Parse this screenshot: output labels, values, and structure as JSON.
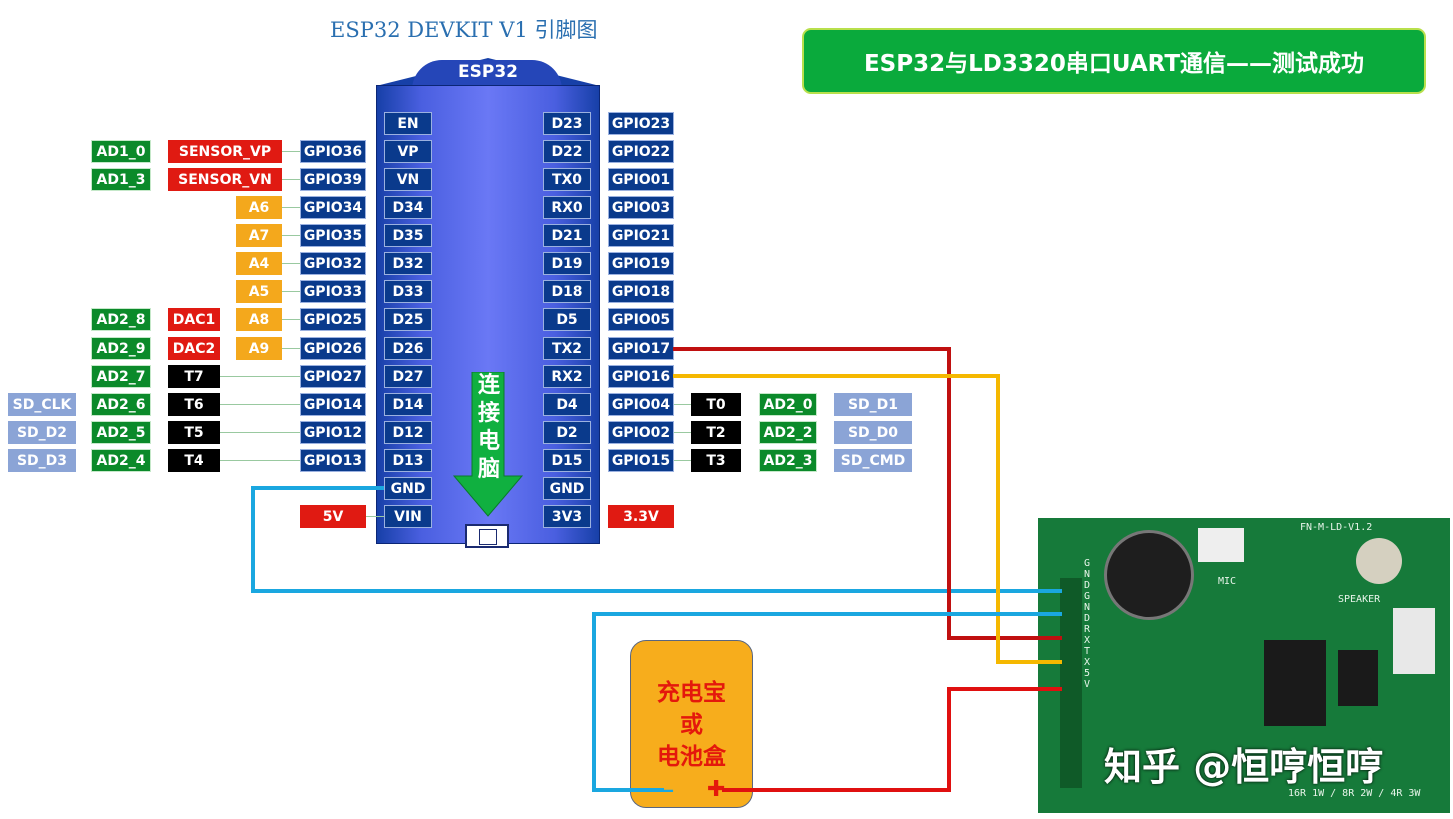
{
  "title": "ESP32 DEVKIT V1 引脚图",
  "banner": "ESP32与LD3320串口UART通信——测试成功",
  "board": {
    "label": "ESP32",
    "arrow_text": [
      "连",
      "接",
      "电",
      "脑"
    ]
  },
  "left_rows": [
    {
      "board": "EN",
      "gpio": "",
      "labels": []
    },
    {
      "board": "VP",
      "gpio": "GPIO36",
      "labels": [
        {
          "t": "AD1_0",
          "c": "green"
        },
        {
          "t": "SENSOR_VP",
          "c": "red"
        }
      ]
    },
    {
      "board": "VN",
      "gpio": "GPIO39",
      "labels": [
        {
          "t": "AD1_3",
          "c": "green"
        },
        {
          "t": "SENSOR_VN",
          "c": "red"
        }
      ]
    },
    {
      "board": "D34",
      "gpio": "GPIO34",
      "labels": [
        {
          "t": "A6",
          "c": "orange"
        }
      ]
    },
    {
      "board": "D35",
      "gpio": "GPIO35",
      "labels": [
        {
          "t": "A7",
          "c": "orange"
        }
      ]
    },
    {
      "board": "D32",
      "gpio": "GPIO32",
      "labels": [
        {
          "t": "A4",
          "c": "orange"
        }
      ]
    },
    {
      "board": "D33",
      "gpio": "GPIO33",
      "labels": [
        {
          "t": "A5",
          "c": "orange"
        }
      ]
    },
    {
      "board": "D25",
      "gpio": "GPIO25",
      "labels": [
        {
          "t": "AD2_8",
          "c": "green"
        },
        {
          "t": "DAC1",
          "c": "red"
        },
        {
          "t": "A8",
          "c": "orange"
        }
      ]
    },
    {
      "board": "D26",
      "gpio": "GPIO26",
      "labels": [
        {
          "t": "AD2_9",
          "c": "green"
        },
        {
          "t": "DAC2",
          "c": "red"
        },
        {
          "t": "A9",
          "c": "orange"
        }
      ]
    },
    {
      "board": "D27",
      "gpio": "GPIO27",
      "labels": [
        {
          "t": "AD2_7",
          "c": "green"
        },
        {
          "t": "T7",
          "c": "black"
        }
      ]
    },
    {
      "board": "D14",
      "gpio": "GPIO14",
      "labels": [
        {
          "t": "SD_CLK",
          "c": "lblue"
        },
        {
          "t": "AD2_6",
          "c": "green"
        },
        {
          "t": "T6",
          "c": "black"
        }
      ]
    },
    {
      "board": "D12",
      "gpio": "GPIO12",
      "labels": [
        {
          "t": "SD_D2",
          "c": "lblue"
        },
        {
          "t": "AD2_5",
          "c": "green"
        },
        {
          "t": "T5",
          "c": "black"
        }
      ]
    },
    {
      "board": "D13",
      "gpio": "GPIO13",
      "labels": [
        {
          "t": "SD_D3",
          "c": "lblue"
        },
        {
          "t": "AD2_4",
          "c": "green"
        },
        {
          "t": "T4",
          "c": "black"
        }
      ]
    },
    {
      "board": "GND",
      "gpio": "",
      "labels": []
    },
    {
      "board": "VIN",
      "gpio": "",
      "labels": [
        {
          "t": "5V",
          "c": "red"
        }
      ]
    }
  ],
  "right_rows": [
    {
      "board": "D23",
      "gpio": "GPIO23",
      "labels": []
    },
    {
      "board": "D22",
      "gpio": "GPIO22",
      "labels": []
    },
    {
      "board": "TX0",
      "gpio": "GPIO01",
      "labels": []
    },
    {
      "board": "RX0",
      "gpio": "GPIO03",
      "labels": []
    },
    {
      "board": "D21",
      "gpio": "GPIO21",
      "labels": []
    },
    {
      "board": "D19",
      "gpio": "GPIO19",
      "labels": []
    },
    {
      "board": "D18",
      "gpio": "GPIO18",
      "labels": []
    },
    {
      "board": "D5",
      "gpio": "GPIO05",
      "labels": []
    },
    {
      "board": "TX2",
      "gpio": "GPIO17",
      "labels": []
    },
    {
      "board": "RX2",
      "gpio": "GPIO16",
      "labels": []
    },
    {
      "board": "D4",
      "gpio": "GPIO04",
      "labels": [
        {
          "t": "T0",
          "c": "black"
        },
        {
          "t": "AD2_0",
          "c": "green"
        },
        {
          "t": "SD_D1",
          "c": "lblue"
        }
      ]
    },
    {
      "board": "D2",
      "gpio": "GPIO02",
      "labels": [
        {
          "t": "T2",
          "c": "black"
        },
        {
          "t": "AD2_2",
          "c": "green"
        },
        {
          "t": "SD_D0",
          "c": "lblue"
        }
      ]
    },
    {
      "board": "D15",
      "gpio": "GPIO15",
      "labels": [
        {
          "t": "T3",
          "c": "black"
        },
        {
          "t": "AD2_3",
          "c": "green"
        },
        {
          "t": "SD_CMD",
          "c": "lblue"
        }
      ]
    },
    {
      "board": "GND",
      "gpio": "",
      "labels": []
    },
    {
      "board": "3V3",
      "gpio": "",
      "labels": [
        {
          "t": "3.3V",
          "c": "red"
        }
      ]
    }
  ],
  "power_box": [
    "充电宝",
    "或",
    "电池盒"
  ],
  "power_minus": "—",
  "power_plus": "✚",
  "module_labels": {
    "board_id": "FN-M-LD-V1.2",
    "mic": "MIC",
    "speaker": "SPEAKER",
    "spec": "16R 1W / 8R 2W / 4R 3W",
    "pins": "GND GND RX TX 5V"
  },
  "watermark": "知乎 @恒哼恒哼",
  "wire_colors": {
    "gnd": "#1aa7e0",
    "tx": "#c01010",
    "rx": "#f5b800",
    "vcc": "#e01010"
  }
}
